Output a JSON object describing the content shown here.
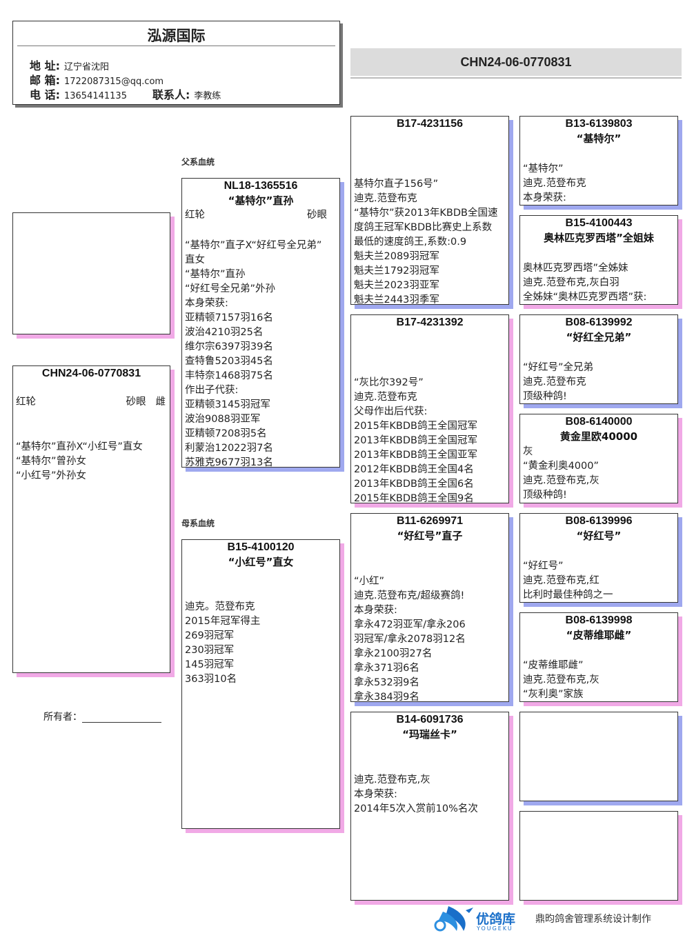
{
  "header": {
    "title": "泓源国际",
    "address_label": "地 址:",
    "address": "辽宁省沈阳",
    "email_label": "邮 箱:",
    "email": "1722087315@qq.com",
    "phone_label": "电 话:",
    "phone": "13654141135",
    "contact_label": "联系人:",
    "contact": "李教练"
  },
  "banner": "CHN24-06-0770831",
  "labels": {
    "sire_line": "父系血统",
    "dam_line": "母系血统",
    "owner": "所有者："
  },
  "subject": {
    "ring": "CHN24-06-0770831",
    "color": "红轮",
    "eye": "砂眼",
    "sex": "雌",
    "lines": [
      "“基特尔”直孙X“小红号”直女",
      "“基特尔”曾孙女",
      "“小红号”外孙女"
    ]
  },
  "sire": {
    "ring": "NL18-1365516",
    "name": "“基特尔”直孙",
    "color": "红轮",
    "eye": "砂眼",
    "lines": [
      "“基特尔”直子X“好红号全兄弟”",
      "直女",
      "“基特尔”直孙",
      "“好红号全兄弟”外孙",
      "本身荣获:",
      "亚精顿7157羽16名",
      "波治4210羽25名",
      "维尔宗6397羽39名",
      "查特鲁5203羽45名",
      "丰特奈1468羽75名",
      "作出子代获:",
      "亚精顿3145羽冠军",
      "波治9088羽亚军",
      "亚精顿7208羽5名",
      "利蒙治12022羽7名",
      "苏雅克9677羽13名"
    ]
  },
  "dam": {
    "ring": "B15-4100120",
    "name": "“小红号”直女",
    "lines": [
      "迪克。范登布克",
      "2015年冠军得主",
      "269羽冠军",
      "230羽冠军",
      "145羽冠军",
      "363羽10名"
    ]
  },
  "gen3": [
    {
      "ring": "B17-4231156",
      "name": "",
      "lines": [
        "基特尔直子156号”",
        "迪克.范登布克",
        "“基特尔”获2013年KBDB全国速",
        "度鸽王冠军KBDB比赛史上系数",
        "最低的速度鸽王,系数:0.9",
        "魁夫兰2089羽冠军",
        "魁夫兰1792羽冠军",
        "魁夫兰2023羽亚军",
        "魁夫兰2443羽季军"
      ]
    },
    {
      "ring": "B17-4231392",
      "name": "",
      "lines": [
        "“灰比尔392号”",
        "迪克.范登布克",
        "父母作出后代获:",
        "2015年KBDB鸽王全国冠军",
        "2013年KBDB鸽王全国冠军",
        "2013年KBDB鸽王全国亚军",
        "2012年KBDB鸽王全国4名",
        "2013年KBDB鸽王全国6名",
        "2015年KBDB鸽王全国9名"
      ]
    },
    {
      "ring": "B11-6269971",
      "name": "“好红号”直子",
      "lines": [
        "“小红”",
        "迪克.范登布克/超级赛鸽!",
        "本身荣获:",
        "拿永472羽亚军/拿永206",
        "羽冠军/拿永2078羽12名",
        "拿永2100羽27名",
        "拿永371羽6名",
        "拿永532羽9名",
        "拿永384羽9名"
      ]
    },
    {
      "ring": "B14-6091736",
      "name": "“玛瑞丝卡”",
      "lines": [
        "迪克.范登布克,灰",
        "本身荣获:",
        "2014年5次入赏前10%名次"
      ]
    }
  ],
  "gen4": [
    {
      "ring": "B13-6139803",
      "name": "“基特尔”",
      "lines": [
        "“基特尔”",
        "迪克.范登布克",
        "本身荣获:"
      ]
    },
    {
      "ring": "B15-4100443",
      "name": "奥林匹克罗西塔”全姐妹",
      "lines": [
        "奥林匹克罗西塔”全姊妹",
        "迪克.范登布克,灰白羽",
        "全姊妹“奥林匹克罗西塔”获:"
      ]
    },
    {
      "ring": "B08-6139992",
      "name": "“好红全兄弟”",
      "lines": [
        "“好红号”全兄弟",
        "迪克.范登布克",
        "顶级种鸽!"
      ]
    },
    {
      "ring": "B08-6140000",
      "name": "黄金里欧40000",
      "lines": [
        "灰",
        "“黄金利奥4000”",
        "迪克.范登布克,灰",
        "顶级种鸽!"
      ]
    },
    {
      "ring": "B08-6139996",
      "name": "“好红号”",
      "lines": [
        "“好红号”",
        "迪克.范登布克,红",
        "比利时最佳种鸽之一"
      ]
    },
    {
      "ring": "B08-6139998",
      "name": "“皮蒂维耶雌”",
      "lines": [
        "“皮蒂维耶雌”",
        "迪克.范登布克,灰",
        "“灰利奥”家族"
      ]
    },
    {
      "ring": "",
      "name": "",
      "lines": []
    },
    {
      "ring": "",
      "name": "",
      "lines": []
    }
  ],
  "footer": {
    "logo_text": "优鸽库",
    "logo_sub": "YOUGEKU",
    "credit": "鼎昀鸽舍管理系统设计制作"
  },
  "colors": {
    "male_shadow": "#9fa8ef",
    "female_shadow": "#f1a9e6",
    "banner_bg": "#dcdcdc",
    "logo_blue": "#1a6fc9"
  }
}
